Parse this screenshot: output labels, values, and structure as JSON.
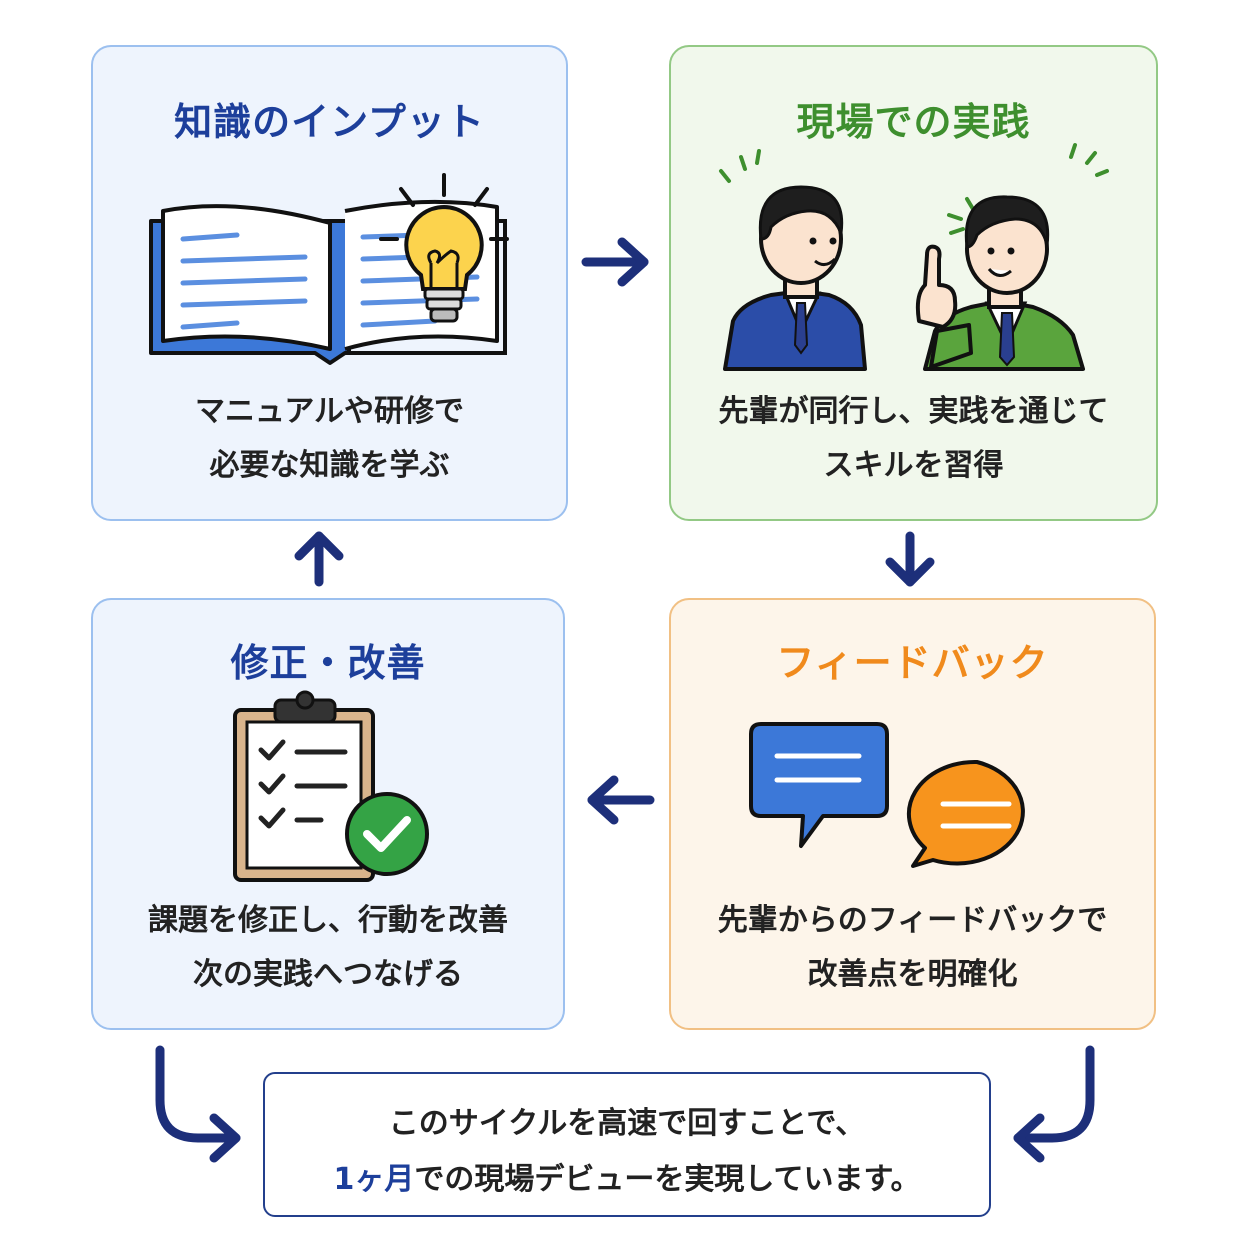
{
  "steps": {
    "input": {
      "title": "知識のインプット",
      "desc": [
        "マニュアルや研修で",
        "必要な知識を学ぶ"
      ]
    },
    "practice": {
      "title": "現場での実践",
      "desc": [
        "先輩が同行し、実践を通じて",
        "スキルを習得"
      ]
    },
    "feedback": {
      "title": "フィードバック",
      "desc": [
        "先輩からのフィードバックで",
        "改善点を明確化"
      ]
    },
    "improve": {
      "title": "修正・改善",
      "desc": [
        "課題を修正し、行動を改善",
        "次の実践へつなげる"
      ]
    }
  },
  "summary": {
    "line1": "このサイクルを高速で回すことで、",
    "line2_highlight": "1ヶ月",
    "line2_rest": "での現場デビューを実現しています。"
  },
  "colors": {
    "blue_title": "#1d3f9b",
    "green_title": "#3e8f2e",
    "orange_title": "#f08a1c",
    "arrow": "#1d2f7a"
  },
  "icons": {
    "input": [
      "open-book-icon",
      "light-bulb-icon"
    ],
    "practice": [
      "businessman-icon",
      "pointing-businessman-icon"
    ],
    "feedback": [
      "speech-bubble-icon",
      "speech-bubble-icon"
    ],
    "improve": [
      "clipboard-checklist-icon",
      "check-circle-icon"
    ]
  }
}
